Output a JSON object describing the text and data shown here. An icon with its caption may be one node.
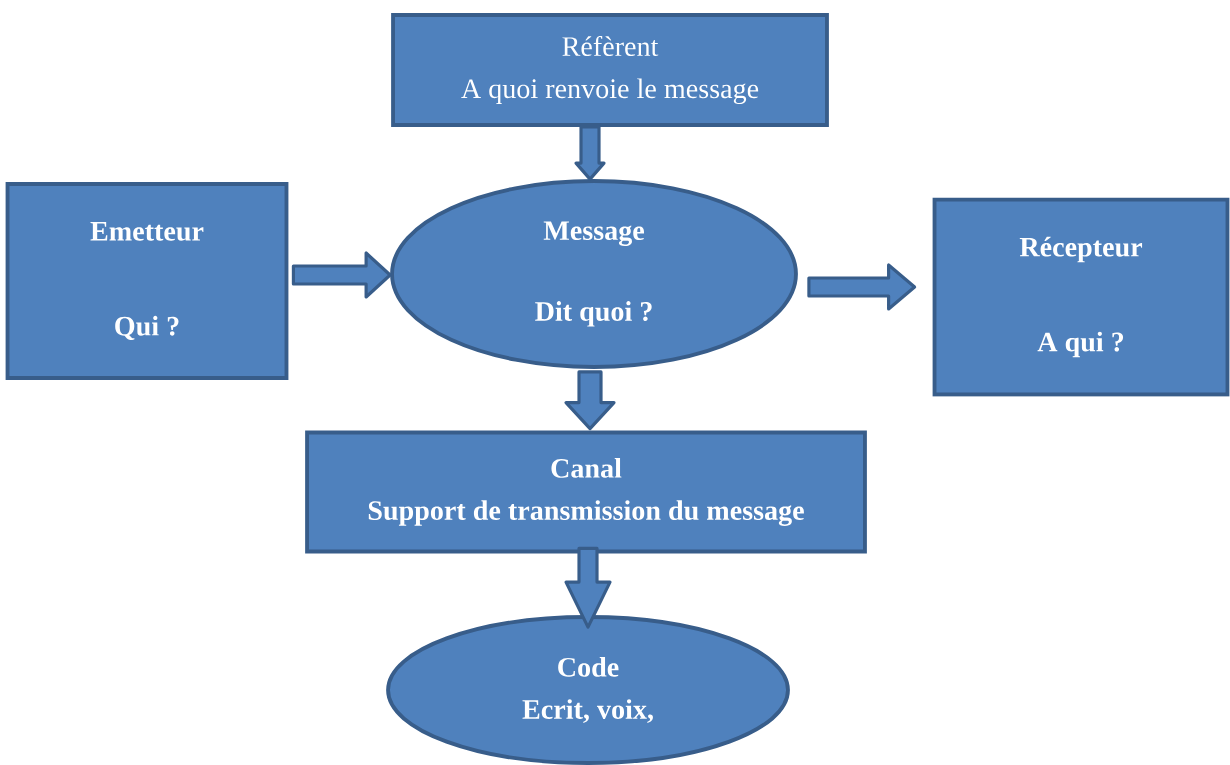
{
  "diagram": {
    "nodes": [
      {
        "text": [
          "Réfèrent",
          "A quoi renvoie le message"
        ]
      },
      {
        "text": [
          "Emetteur",
          "Qui ?"
        ]
      },
      {
        "text": [
          "Message",
          "Dit quoi ?"
        ]
      },
      {
        "text": [
          "Récepteur",
          "A qui ?"
        ]
      },
      {
        "text": [
          "Canal",
          "Support de transmission du message"
        ]
      },
      {
        "text": [
          "Code",
          "Ecrit, voix,"
        ]
      }
    ],
    "edges": [
      {
        "from": 0,
        "to": 2,
        "arrow": "to"
      },
      {
        "from": 1,
        "to": 2,
        "arrow": "to"
      },
      {
        "from": 2,
        "to": 3,
        "arrow": "to"
      },
      {
        "from": 2,
        "to": 4,
        "arrow": "to"
      },
      {
        "from": 4,
        "to": 5,
        "arrow": "to"
      }
    ]
  }
}
